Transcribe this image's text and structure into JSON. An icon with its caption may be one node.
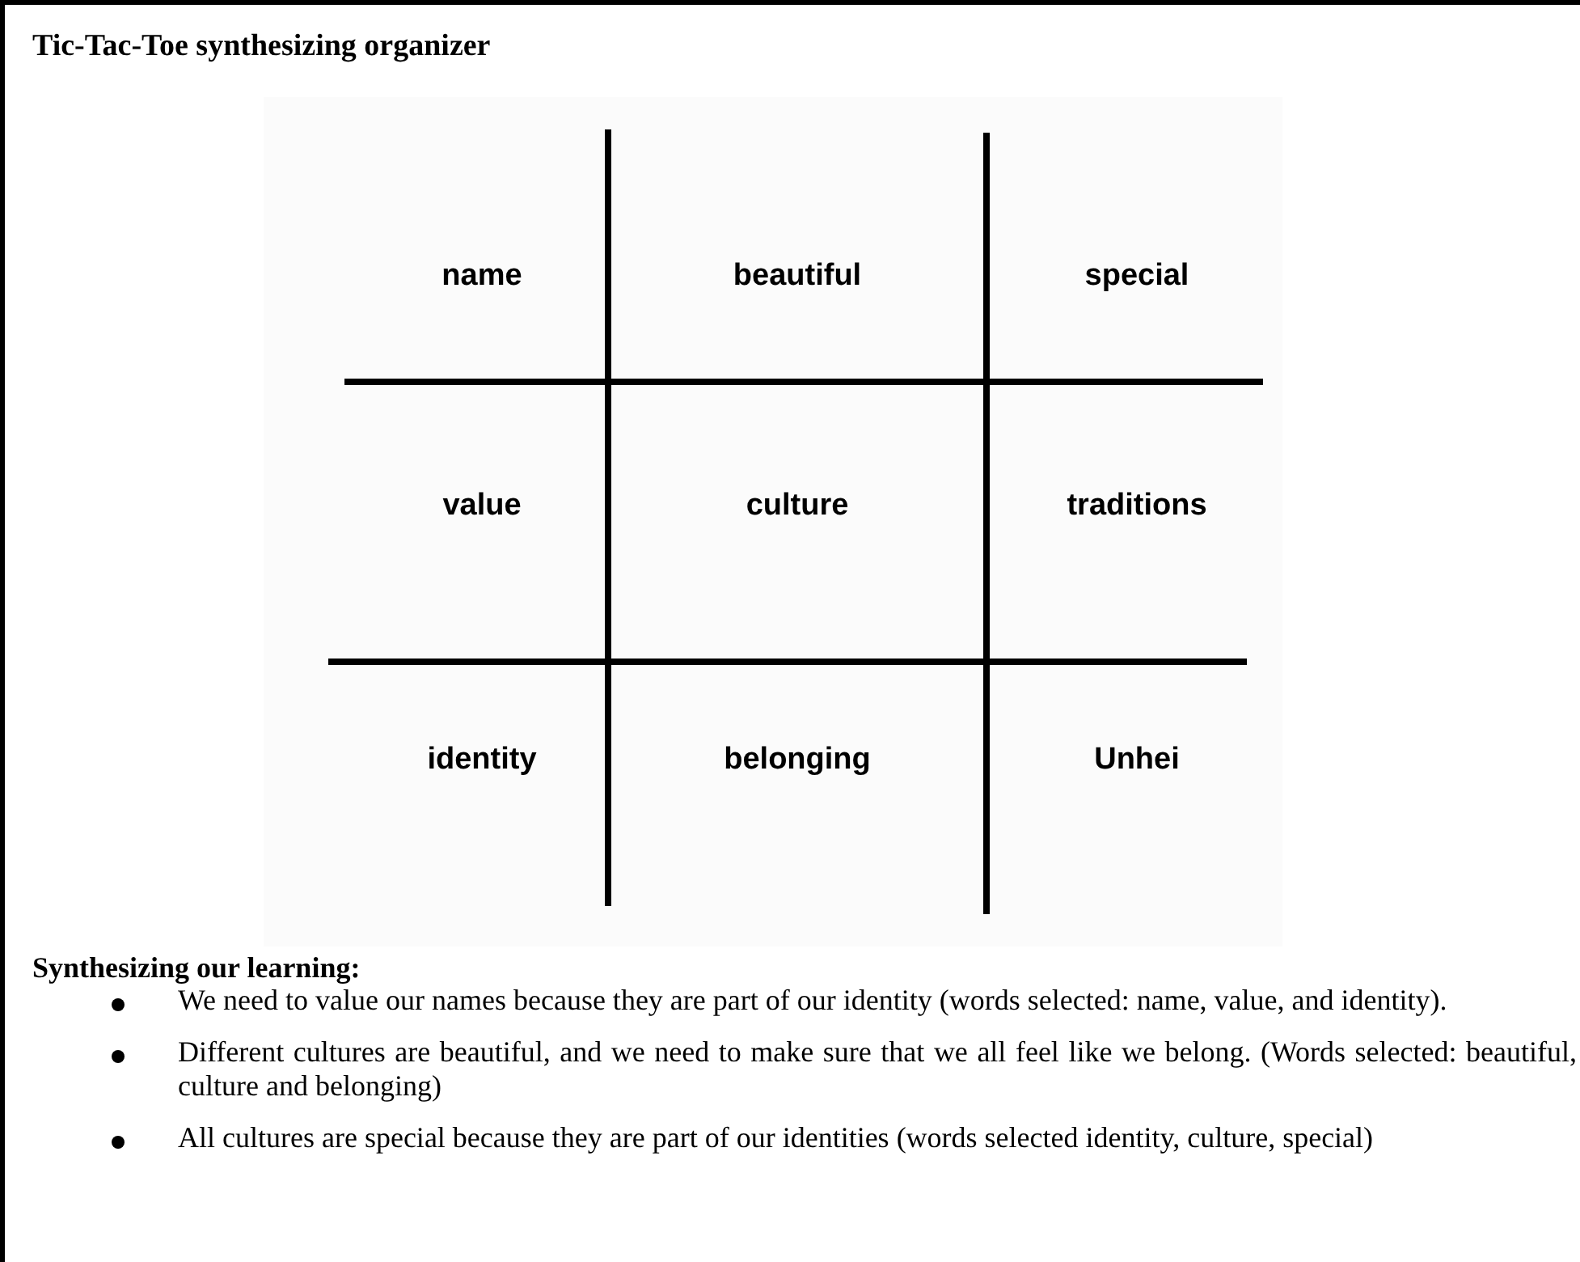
{
  "diagram": {
    "title": "Tic-Tac-Toe synthesizing organizer",
    "labels": [
      "name",
      "beautiful",
      "special",
      "value",
      "culture",
      "traditions",
      "identity",
      "belonging",
      "Unhei",
      "Synthesizing our learning:",
      "We need to value our names because they are part of our identity (words selected: name, value, and identity).",
      "Different cultures are beautiful, and we need to make sure that we all feel like we belong. (Words selected: beautiful, culture and belonging)",
      "All cultures are special because they are part of our identities (words selected identity, culture, special)"
    ]
  }
}
